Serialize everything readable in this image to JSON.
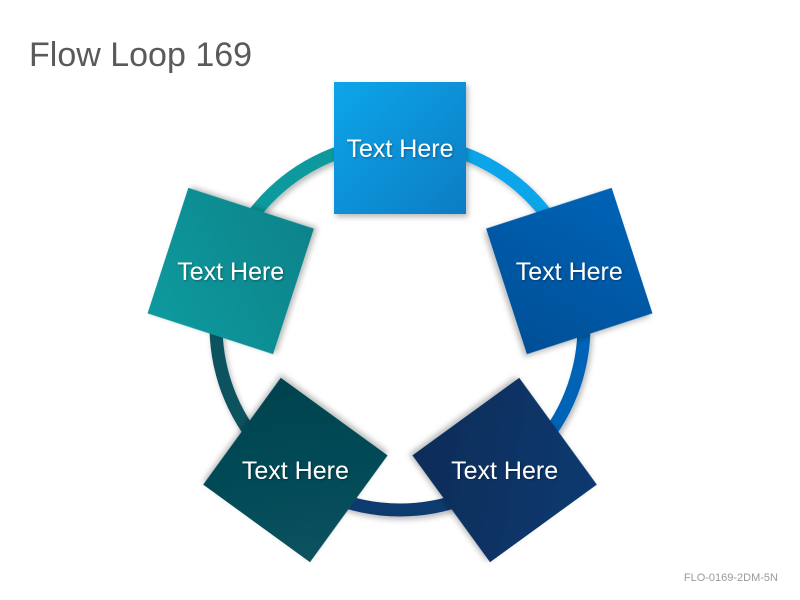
{
  "title": "Flow Loop 169",
  "code": "FLO-0169-2DM-5N",
  "nodes": [
    {
      "label": "Text Here",
      "color": "#0ea5e9",
      "color_dark": "#0b7cc4"
    },
    {
      "label": "Text Here",
      "color": "#0563b6",
      "color_dark": "#044f96"
    },
    {
      "label": "Text Here",
      "color": "#0b3a70",
      "color_dark": "#082c58"
    },
    {
      "label": "Text Here",
      "color": "#07525f",
      "color_dark": "#05424d"
    },
    {
      "label": "Text Here",
      "color": "#0a9a9e",
      "color_dark": "#07838a"
    }
  ]
}
